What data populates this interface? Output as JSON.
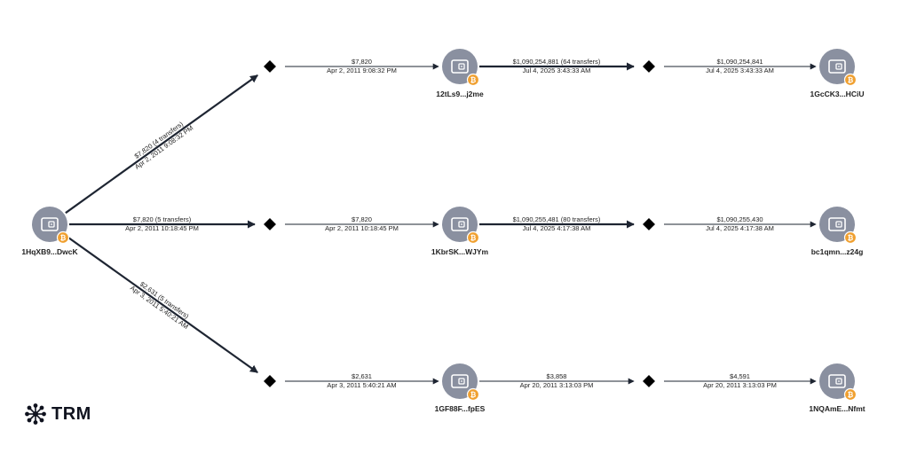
{
  "brand": {
    "name": "TRM",
    "icon": "trm-logo-icon"
  },
  "nodes": [
    {
      "id": "n0",
      "kind": "wallet",
      "label": "1HqXB9...DwcK",
      "badge": "bitcoin-icon"
    },
    {
      "id": "j1",
      "kind": "junction",
      "label": ""
    },
    {
      "id": "j2",
      "kind": "junction",
      "label": ""
    },
    {
      "id": "j3",
      "kind": "junction",
      "label": ""
    },
    {
      "id": "w1",
      "kind": "wallet",
      "label": "12tLs9...j2me",
      "badge": "bitcoin-icon"
    },
    {
      "id": "w2",
      "kind": "wallet",
      "label": "1KbrSK...WJYm",
      "badge": "bitcoin-icon"
    },
    {
      "id": "w3",
      "kind": "wallet",
      "label": "1GF88F...fpES",
      "badge": "bitcoin-icon"
    },
    {
      "id": "j4",
      "kind": "junction",
      "label": ""
    },
    {
      "id": "j5",
      "kind": "junction",
      "label": ""
    },
    {
      "id": "j6",
      "kind": "junction",
      "label": ""
    },
    {
      "id": "t1",
      "kind": "wallet",
      "label": "1GcCK3...HCiU",
      "badge": "bitcoin-icon"
    },
    {
      "id": "t2",
      "kind": "wallet",
      "label": "bc1qmn...z24g",
      "badge": "bitcoin-icon"
    },
    {
      "id": "t3",
      "kind": "wallet",
      "label": "1NQAmE...Nfmt",
      "badge": "bitcoin-icon"
    }
  ],
  "edges": [
    {
      "from": "n0",
      "to": "j1",
      "amount": "$7,820 (4 transfers)",
      "date": "Apr 2, 2011 9:08:32 PM",
      "heavy": true
    },
    {
      "from": "n0",
      "to": "j2",
      "amount": "$7,820 (5 transfers)",
      "date": "Apr 2, 2011 10:18:45 PM",
      "heavy": true
    },
    {
      "from": "n0",
      "to": "j3",
      "amount": "$2,631 (5 transfers)",
      "date": "Apr 3, 2011 5:40:21 AM",
      "heavy": true
    },
    {
      "from": "j1",
      "to": "w1",
      "amount": "$7,820",
      "date": "Apr 2, 2011 9:08:32 PM",
      "heavy": false
    },
    {
      "from": "j2",
      "to": "w2",
      "amount": "$7,820",
      "date": "Apr 2, 2011 10:18:45 PM",
      "heavy": false
    },
    {
      "from": "j3",
      "to": "w3",
      "amount": "$2,631",
      "date": "Apr 3, 2011 5:40:21 AM",
      "heavy": false
    },
    {
      "from": "w1",
      "to": "j4",
      "amount": "$1,090,254,881 (64 transfers)",
      "date": "Jul 4, 2025 3:43:33 AM",
      "heavy": true
    },
    {
      "from": "w2",
      "to": "j5",
      "amount": "$1,090,255,481 (80 transfers)",
      "date": "Jul 4, 2025 4:17:38 AM",
      "heavy": true
    },
    {
      "from": "w3",
      "to": "j6",
      "amount": "$3,858",
      "date": "Apr 20, 2011 3:13:03 PM",
      "heavy": false
    },
    {
      "from": "j4",
      "to": "t1",
      "amount": "$1,090,254,841",
      "date": "Jul 4, 2025 3:43:33 AM",
      "heavy": false
    },
    {
      "from": "j5",
      "to": "t2",
      "amount": "$1,090,255,430",
      "date": "Jul 4, 2025 4:17:38 AM",
      "heavy": false
    },
    {
      "from": "j6",
      "to": "t3",
      "amount": "$4,591",
      "date": "Apr 20, 2011 3:13:03 PM",
      "heavy": false
    }
  ],
  "colors": {
    "wallet": "#8a90a0",
    "badge": "#f0a030",
    "edge": "#1e2532",
    "junction": "#000000"
  }
}
